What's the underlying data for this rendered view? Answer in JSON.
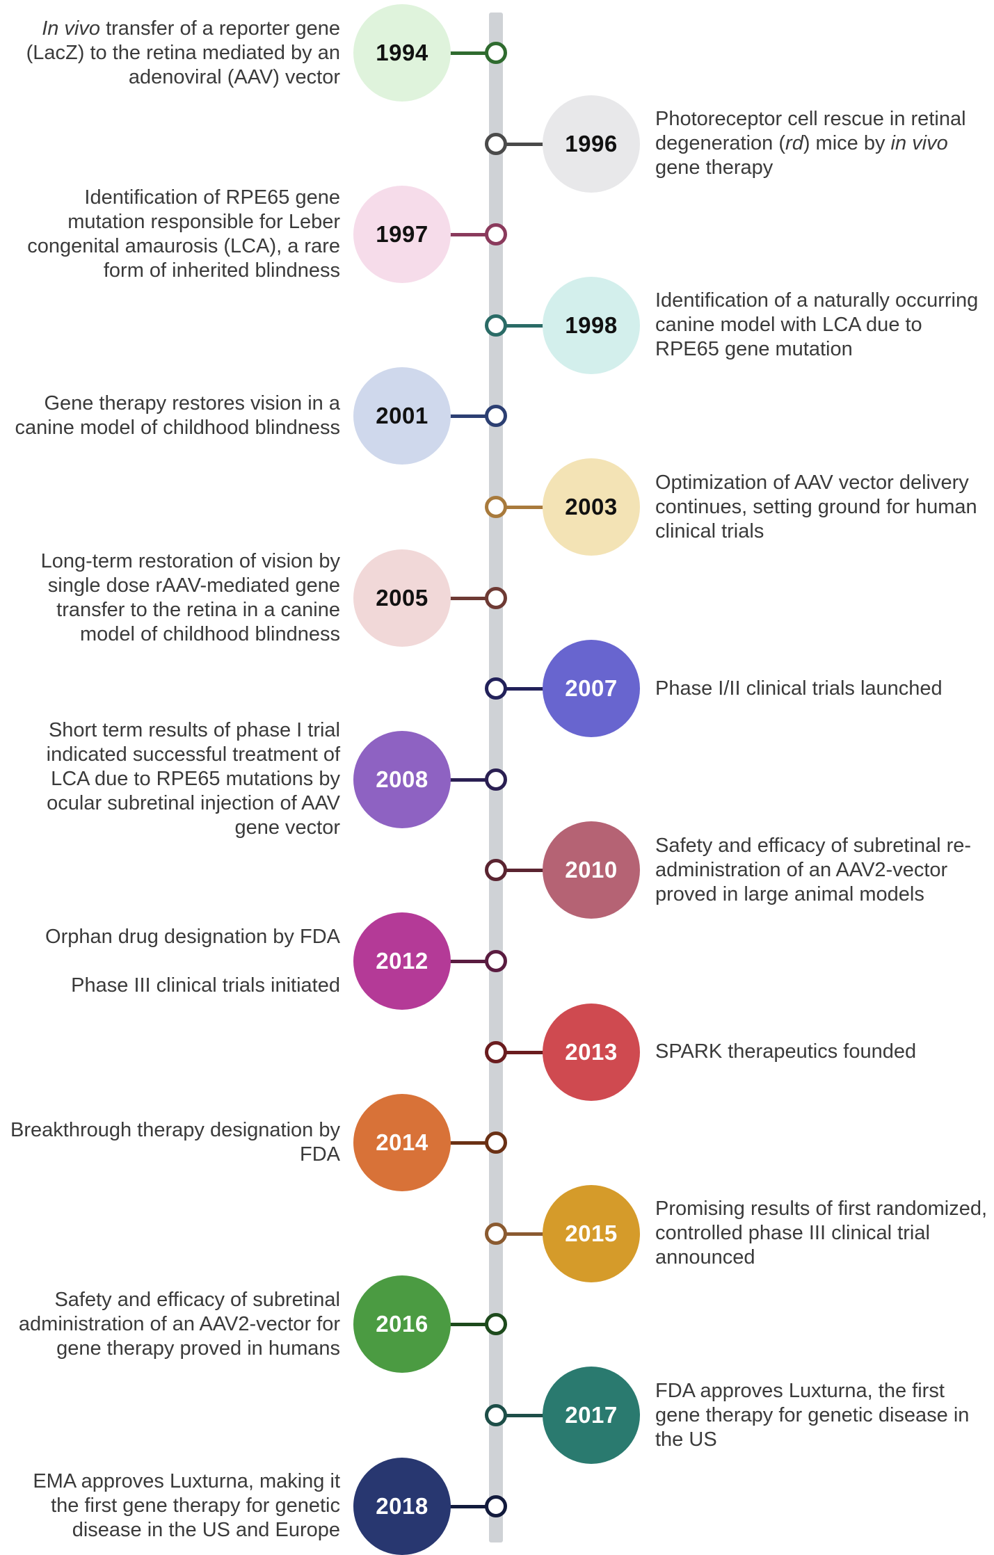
{
  "events": [
    {
      "year": "1994",
      "side": "left",
      "color": "#dff3dc",
      "dark": "#2f6b2f",
      "year_color": "#111111",
      "lines": [
        "{i}In vivo{/i} transfer of a reporter gene (LacZ) to the retina mediated by an adenoviral (AAV) vector"
      ]
    },
    {
      "year": "1996",
      "side": "right",
      "color": "#e8e8ea",
      "dark": "#4a4a4a",
      "year_color": "#111111",
      "lines": [
        "Photoreceptor cell rescue in retinal degeneration ({i}rd{/i}) mice by {i}in vivo{/i} gene therapy"
      ]
    },
    {
      "year": "1997",
      "side": "left",
      "color": "#f6dcea",
      "dark": "#8a3a5c",
      "year_color": "#111111",
      "lines": [
        "Identification of RPE65 gene mutation responsible for Leber congenital amaurosis (LCA), a rare form of inherited blindness"
      ]
    },
    {
      "year": "1998",
      "side": "right",
      "color": "#d3efec",
      "dark": "#2a6b66",
      "year_color": "#111111",
      "lines": [
        "Identification of a naturally occurring canine model with LCA due to RPE65 gene mutation"
      ]
    },
    {
      "year": "2001",
      "side": "left",
      "color": "#cfd8ec",
      "dark": "#2c3f72",
      "year_color": "#111111",
      "lines": [
        "Gene therapy restores vision in a canine model of childhood blindness"
      ]
    },
    {
      "year": "2003",
      "side": "right",
      "color": "#f3e3b5",
      "dark": "#a87a3c",
      "year_color": "#111111",
      "lines": [
        "Optimization of AAV vector delivery continues, setting ground for human clinical trials"
      ]
    },
    {
      "year": "2005",
      "side": "left",
      "color": "#f1d8d8",
      "dark": "#6e3a34",
      "year_color": "#111111",
      "lines": [
        "Long-term restoration of vision by single dose rAAV-mediated gene transfer to the retina in a canine model of childhood blindness"
      ]
    },
    {
      "year": "2007",
      "side": "right",
      "color": "#6865cf",
      "dark": "#22215a",
      "year_color": "#ffffff",
      "lines": [
        "Phase I/II clinical trials launched"
      ]
    },
    {
      "year": "2008",
      "side": "left",
      "color": "#8e62c2",
      "dark": "#2a1f52",
      "year_color": "#ffffff",
      "lines": [
        "Short term results of phase I trial indicated successful treatment of LCA due to RPE65 mutations by ocular subretinal injection of AAV gene vector"
      ]
    },
    {
      "year": "2010",
      "side": "right",
      "color": "#b56374",
      "dark": "#5a2430",
      "year_color": "#ffffff",
      "lines": [
        "Safety and efficacy of subretinal re-administration of an AAV2-vector proved in large animal models"
      ]
    },
    {
      "year": "2012",
      "side": "left",
      "color": "#b43a97",
      "dark": "#5a1c40",
      "year_color": "#ffffff",
      "lines": [
        "Orphan drug designation by FDA",
        "Phase III clinical trials initiated"
      ]
    },
    {
      "year": "2013",
      "side": "right",
      "color": "#cf4a50",
      "dark": "#6a1c1e",
      "year_color": "#ffffff",
      "lines": [
        "SPARK therapeutics founded"
      ]
    },
    {
      "year": "2014",
      "side": "left",
      "color": "#d87238",
      "dark": "#6a3014",
      "year_color": "#ffffff",
      "lines": [
        "Breakthrough therapy designation by FDA"
      ]
    },
    {
      "year": "2015",
      "side": "right",
      "color": "#d59b2a",
      "dark": "#8a5a30",
      "year_color": "#ffffff",
      "lines": [
        "Promising results of first randomized, controlled phase III clinical trial announced"
      ]
    },
    {
      "year": "2016",
      "side": "left",
      "color": "#4b9b42",
      "dark": "#1d4a1c",
      "year_color": "#ffffff",
      "lines": [
        "Safety and efficacy of subretinal administration of an AAV2-vector for gene therapy proved in humans"
      ]
    },
    {
      "year": "2017",
      "side": "right",
      "color": "#2a7a6f",
      "dark": "#1d4e48",
      "year_color": "#ffffff",
      "lines": [
        "FDA approves Luxturna, the first gene therapy for genetic disease in the US"
      ]
    },
    {
      "year": "2018",
      "side": "left",
      "color": "#283770",
      "dark": "#121a3c",
      "year_color": "#ffffff",
      "lines": [
        "EMA approves Luxturna, making it the first gene therapy for genetic disease in the US and Europe"
      ]
    }
  ]
}
